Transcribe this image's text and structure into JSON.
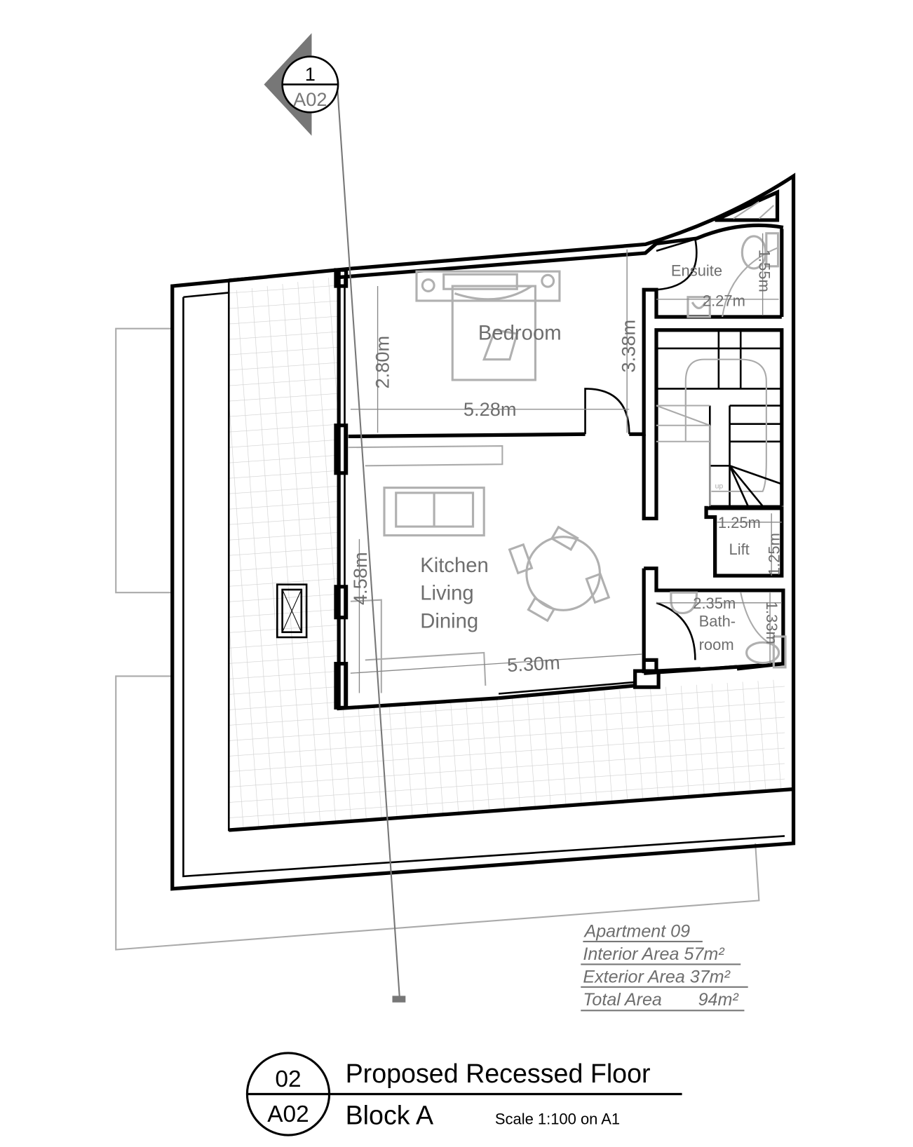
{
  "section_marker": {
    "number": "1",
    "sheet": "A02"
  },
  "rooms": {
    "bedroom": "Bedroom",
    "ensuite": "Ensuite",
    "kitchen": [
      "Kitchen",
      "Living",
      "Dining"
    ],
    "lift": "Lift",
    "bathroom": [
      "Bath-",
      "room"
    ]
  },
  "dimensions": {
    "bedroom_height": "2.80m",
    "bedroom_width": "5.28m",
    "corridor_height": "3.38m",
    "ensuite_width": "2.27m",
    "ensuite_height": "1.55m",
    "lift_width": "1.25m",
    "lift_height": "1.25m",
    "bathroom_width": "2.35m",
    "bathroom_height": "1.33m",
    "kitchen_height": "4.58m",
    "kitchen_width": "5.30m"
  },
  "stair_label": "up",
  "area_schedule": {
    "apartment": "Apartment 09",
    "interior": "Interior Area 57m²",
    "exterior": "Exterior Area 37m²",
    "total_label": "Total Area",
    "total_value": "94m²"
  },
  "title_block": {
    "drawing_number": "02",
    "sheet": "A02",
    "title": "Proposed Recessed Floor",
    "subtitle": "Block A",
    "scale": "Scale 1:100 on A1"
  }
}
